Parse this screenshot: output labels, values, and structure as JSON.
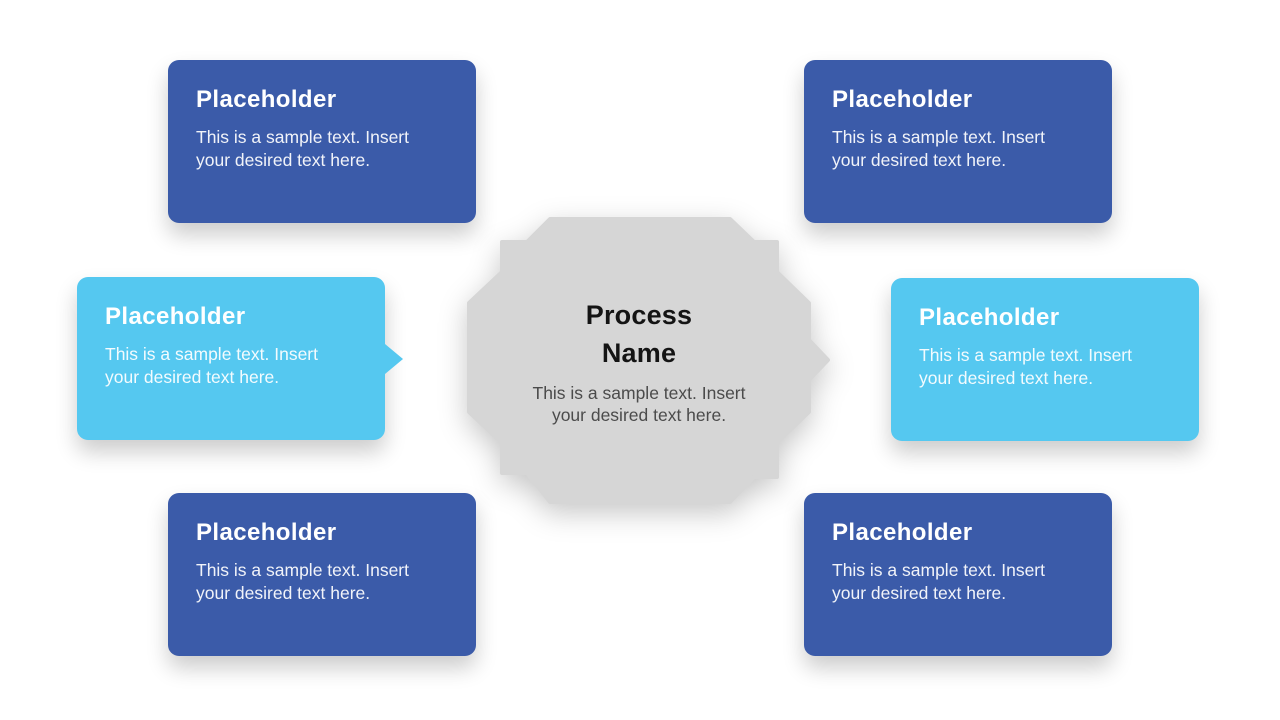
{
  "colors": {
    "background": "#ffffff",
    "dark_blue": "#3b5ba9",
    "cyan": "#55c8f0",
    "center_gray": "#d6d6d6",
    "center_title_text": "#141414",
    "center_body_text": "#4b4b4b",
    "card_text": "#ffffff"
  },
  "center": {
    "title": "Process Name",
    "body": "This is a sample text. Insert your desired text here."
  },
  "cards": [
    {
      "position": "top-left",
      "color": "dark_blue",
      "title": "Placeholder",
      "body": "This is a sample text. Insert your desired text here."
    },
    {
      "position": "top-right",
      "color": "dark_blue",
      "title": "Placeholder",
      "body": "This is a sample text. Insert your desired text here."
    },
    {
      "position": "middle-left",
      "color": "cyan",
      "has_pointer": true,
      "title": "Placeholder",
      "body": "This is a sample text. Insert your desired text here."
    },
    {
      "position": "middle-right",
      "color": "cyan",
      "title": "Placeholder",
      "body": "This is a sample text. Insert your desired text here."
    },
    {
      "position": "bottom-left",
      "color": "dark_blue",
      "title": "Placeholder",
      "body": "This is a sample text. Insert your desired text here."
    },
    {
      "position": "bottom-right",
      "color": "dark_blue",
      "title": "Placeholder",
      "body": "This is a sample text. Insert your desired text here."
    }
  ]
}
